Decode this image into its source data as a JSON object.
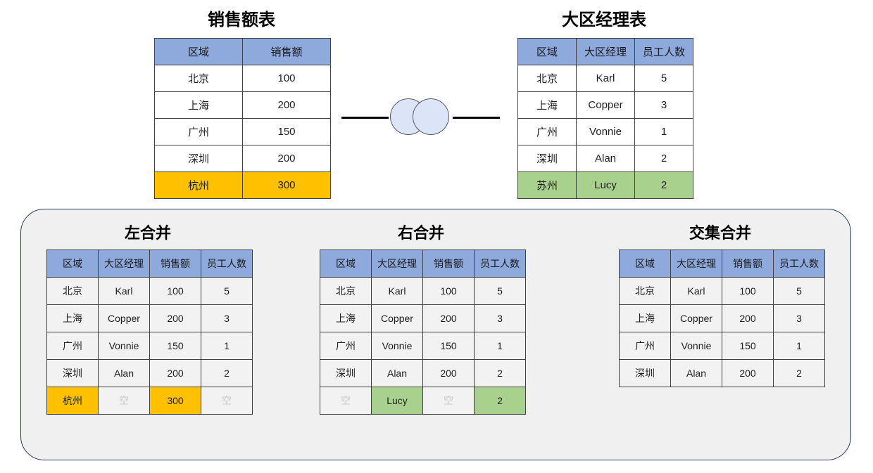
{
  "diagram": {
    "source_tables": [
      {
        "id": "sales",
        "title": "销售额表",
        "headers": [
          "区域",
          "销售额"
        ],
        "rows": [
          {
            "cells": [
              "北京",
              "100"
            ],
            "highlight": "none"
          },
          {
            "cells": [
              "上海",
              "200"
            ],
            "highlight": "none"
          },
          {
            "cells": [
              "广州",
              "150"
            ],
            "highlight": "none"
          },
          {
            "cells": [
              "深圳",
              "200"
            ],
            "highlight": "none"
          },
          {
            "cells": [
              "杭州",
              "300"
            ],
            "highlight": "orange"
          }
        ]
      },
      {
        "id": "manager",
        "title": "大区经理表",
        "headers": [
          "区域",
          "大区经理",
          "员工人数"
        ],
        "rows": [
          {
            "cells": [
              "北京",
              "Karl",
              "5"
            ],
            "highlight": "none"
          },
          {
            "cells": [
              "上海",
              "Copper",
              "3"
            ],
            "highlight": "none"
          },
          {
            "cells": [
              "广州",
              "Vonnie",
              "1"
            ],
            "highlight": "none"
          },
          {
            "cells": [
              "深圳",
              "Alan",
              "2"
            ],
            "highlight": "none"
          },
          {
            "cells": [
              "苏州",
              "Lucy",
              "2"
            ],
            "highlight": "green"
          }
        ]
      }
    ],
    "connector": {
      "icon": "venn-two-circles-icon",
      "circle_fill": "#dbe5f7",
      "circle_stroke": "#555b66",
      "line_color": "#000000"
    },
    "result_tables": [
      {
        "id": "left-merge",
        "title": "左合并",
        "headers": [
          "区域",
          "大区经理",
          "销售额",
          "员工人数"
        ],
        "rows": [
          {
            "cells": [
              "北京",
              "Karl",
              "100",
              "5"
            ],
            "fills": [
              "soft",
              "soft",
              "soft",
              "soft"
            ]
          },
          {
            "cells": [
              "上海",
              "Copper",
              "200",
              "3"
            ],
            "fills": [
              "soft",
              "soft",
              "soft",
              "soft"
            ]
          },
          {
            "cells": [
              "广州",
              "Vonnie",
              "150",
              "1"
            ],
            "fills": [
              "soft",
              "soft",
              "soft",
              "soft"
            ]
          },
          {
            "cells": [
              "深圳",
              "Alan",
              "200",
              "2"
            ],
            "fills": [
              "soft",
              "soft",
              "soft",
              "soft"
            ]
          },
          {
            "cells": [
              "杭州",
              "空",
              "300",
              "空"
            ],
            "fills": [
              "orange",
              "empty",
              "orange",
              "empty"
            ]
          }
        ]
      },
      {
        "id": "right-merge",
        "title": "右合并",
        "headers": [
          "区域",
          "大区经理",
          "销售额",
          "员工人数"
        ],
        "rows": [
          {
            "cells": [
              "北京",
              "Karl",
              "100",
              "5"
            ],
            "fills": [
              "soft",
              "soft",
              "soft",
              "soft"
            ]
          },
          {
            "cells": [
              "上海",
              "Copper",
              "200",
              "3"
            ],
            "fills": [
              "soft",
              "soft",
              "soft",
              "soft"
            ]
          },
          {
            "cells": [
              "广州",
              "Vonnie",
              "150",
              "1"
            ],
            "fills": [
              "soft",
              "soft",
              "soft",
              "soft"
            ]
          },
          {
            "cells": [
              "深圳",
              "Alan",
              "200",
              "2"
            ],
            "fills": [
              "soft",
              "soft",
              "soft",
              "soft"
            ]
          },
          {
            "cells": [
              "空",
              "Lucy",
              "空",
              "2"
            ],
            "fills": [
              "empty",
              "green",
              "empty",
              "green"
            ]
          }
        ]
      },
      {
        "id": "inner-merge",
        "title": "交集合并",
        "headers": [
          "区域",
          "大区经理",
          "销售额",
          "员工人数"
        ],
        "rows": [
          {
            "cells": [
              "北京",
              "Karl",
              "100",
              "5"
            ],
            "fills": [
              "soft",
              "soft",
              "soft",
              "soft"
            ]
          },
          {
            "cells": [
              "上海",
              "Copper",
              "200",
              "3"
            ],
            "fills": [
              "soft",
              "soft",
              "soft",
              "soft"
            ]
          },
          {
            "cells": [
              "广州",
              "Vonnie",
              "150",
              "1"
            ],
            "fills": [
              "soft",
              "soft",
              "soft",
              "soft"
            ]
          },
          {
            "cells": [
              "深圳",
              "Alan",
              "200",
              "2"
            ],
            "fills": [
              "soft",
              "soft",
              "soft",
              "soft"
            ]
          }
        ]
      }
    ],
    "colors": {
      "header_blue": "#8ea9dc",
      "highlight_orange": "#ffc000",
      "highlight_green": "#a9d18e",
      "panel_background": "#f0f0f0",
      "panel_border": "#2b3a5c",
      "cell_soft": "#f2f2f2",
      "empty_text": "#c8c8c8"
    }
  }
}
